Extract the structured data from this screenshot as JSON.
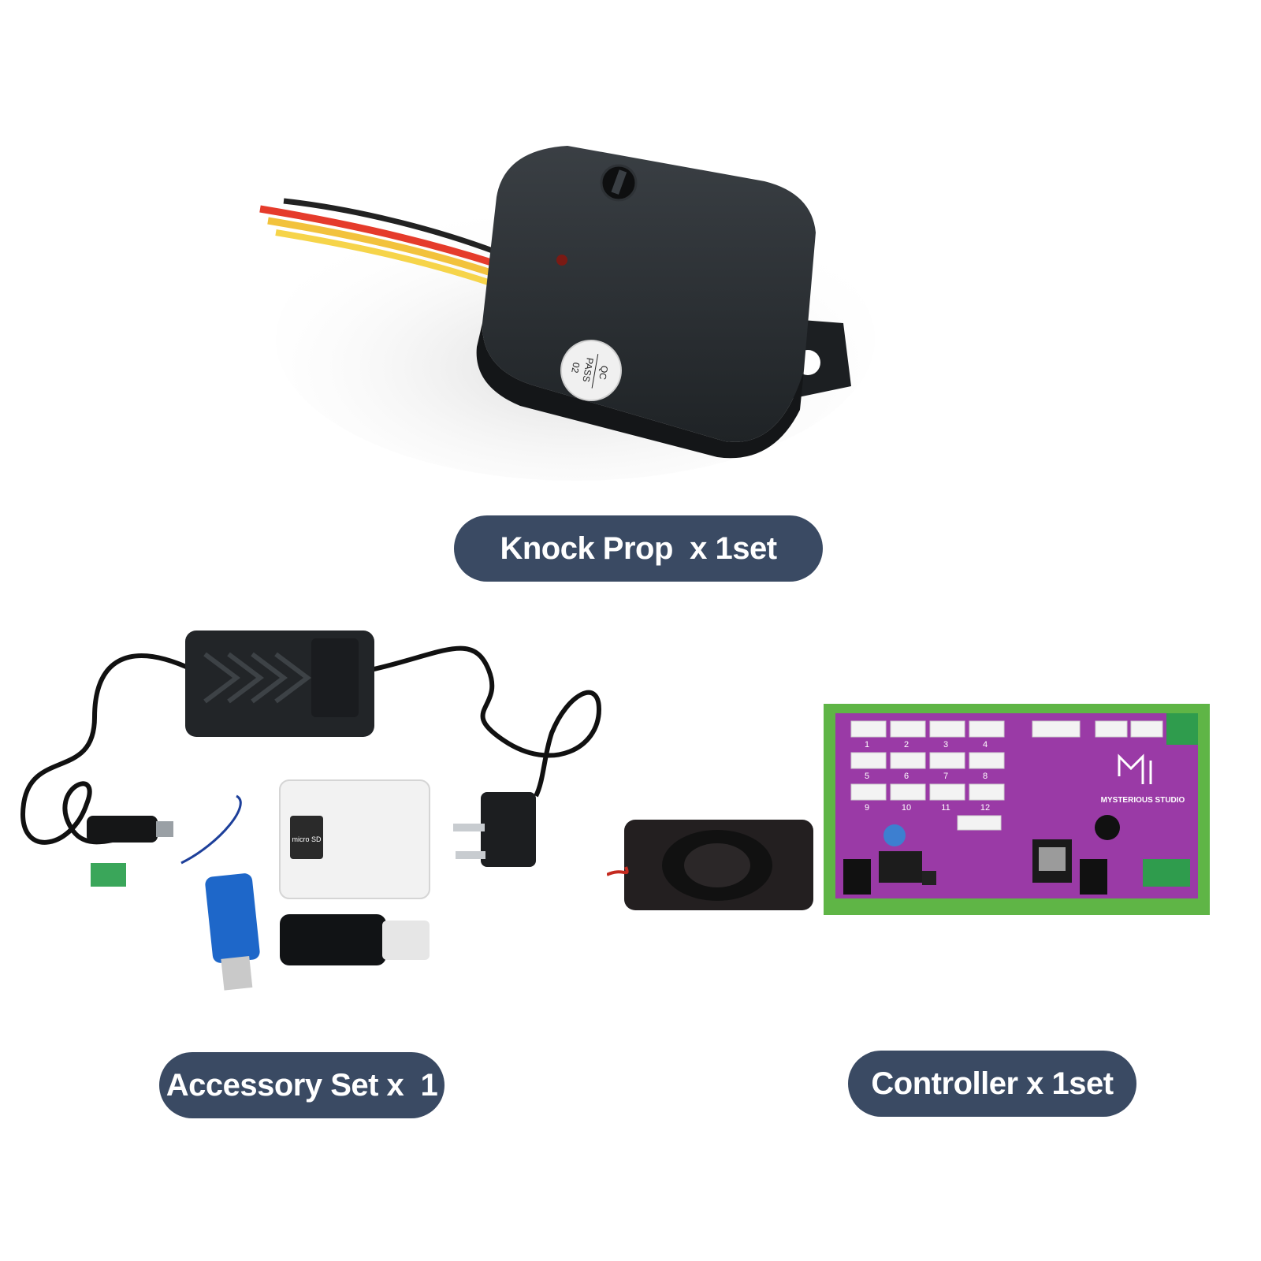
{
  "theme": {
    "pill_color": "#3a4a63",
    "pill_text_color": "#ffffff",
    "background": "#ffffff"
  },
  "products": {
    "knock_prop": {
      "label": "Knock Prop  x 1set",
      "sticker_line1": "QC",
      "sticker_line2": "PASS",
      "sticker_line3": "02"
    },
    "accessory_set": {
      "label": "Accessory Set x  1",
      "sd_card_text": "micro SD"
    },
    "controller": {
      "label": "Controller x 1set",
      "brand_text": "MYSTERIOUS STUDIO",
      "port_numbers": [
        "1",
        "2",
        "3",
        "4",
        "5",
        "6",
        "7",
        "8",
        "9",
        "10",
        "11",
        "12"
      ]
    }
  }
}
